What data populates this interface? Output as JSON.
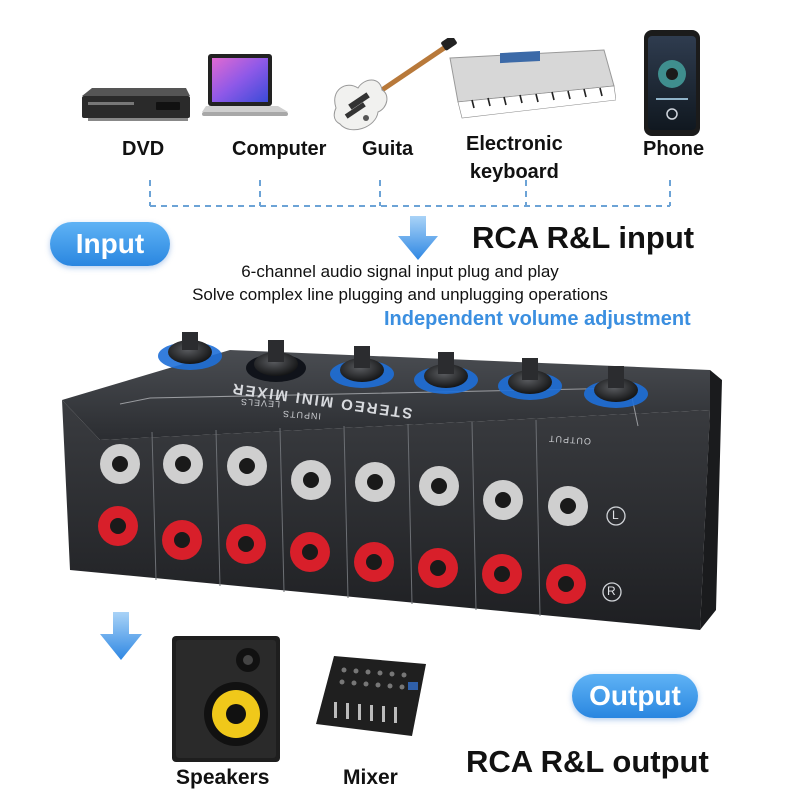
{
  "sources": [
    {
      "label": "DVD",
      "icon": "dvd-player-icon"
    },
    {
      "label": "Computer",
      "icon": "laptop-icon"
    },
    {
      "label": "Guita",
      "icon": "electric-guitar-icon"
    },
    {
      "label": "Electronic\nkeyboard",
      "icon": "keyboard-synth-icon"
    },
    {
      "label": "Phone",
      "icon": "smartphone-icon"
    }
  ],
  "input_badge": "Input",
  "input_heading": "RCA R&L input",
  "desc_line_1": "6-channel audio signal input plug and play",
  "desc_line_2": "Solve complex line plugging and unplugging operations",
  "accent_line": "Independent volume adjustment",
  "device": {
    "title": "STEREO MINI MIXER",
    "inputs_label": "INPUTS",
    "levels_label": "LEVELS",
    "output_label": "OUTPUT",
    "channel_left": "L",
    "channel_right": "R"
  },
  "output_badge": "Output",
  "output_heading": "RCA R&L output",
  "outputs": [
    {
      "label": "Speakers",
      "icon": "speaker-icon"
    },
    {
      "label": "Mixer",
      "icon": "mixing-console-icon"
    }
  ],
  "colors": {
    "accent_blue": "#3b8fe0",
    "badge_blue": "#2a86e0",
    "device_body": "#2b2d30",
    "rca_red": "#d81f2a",
    "rca_white": "#f3f3f3",
    "knob_ring": "#1e6fd8"
  }
}
